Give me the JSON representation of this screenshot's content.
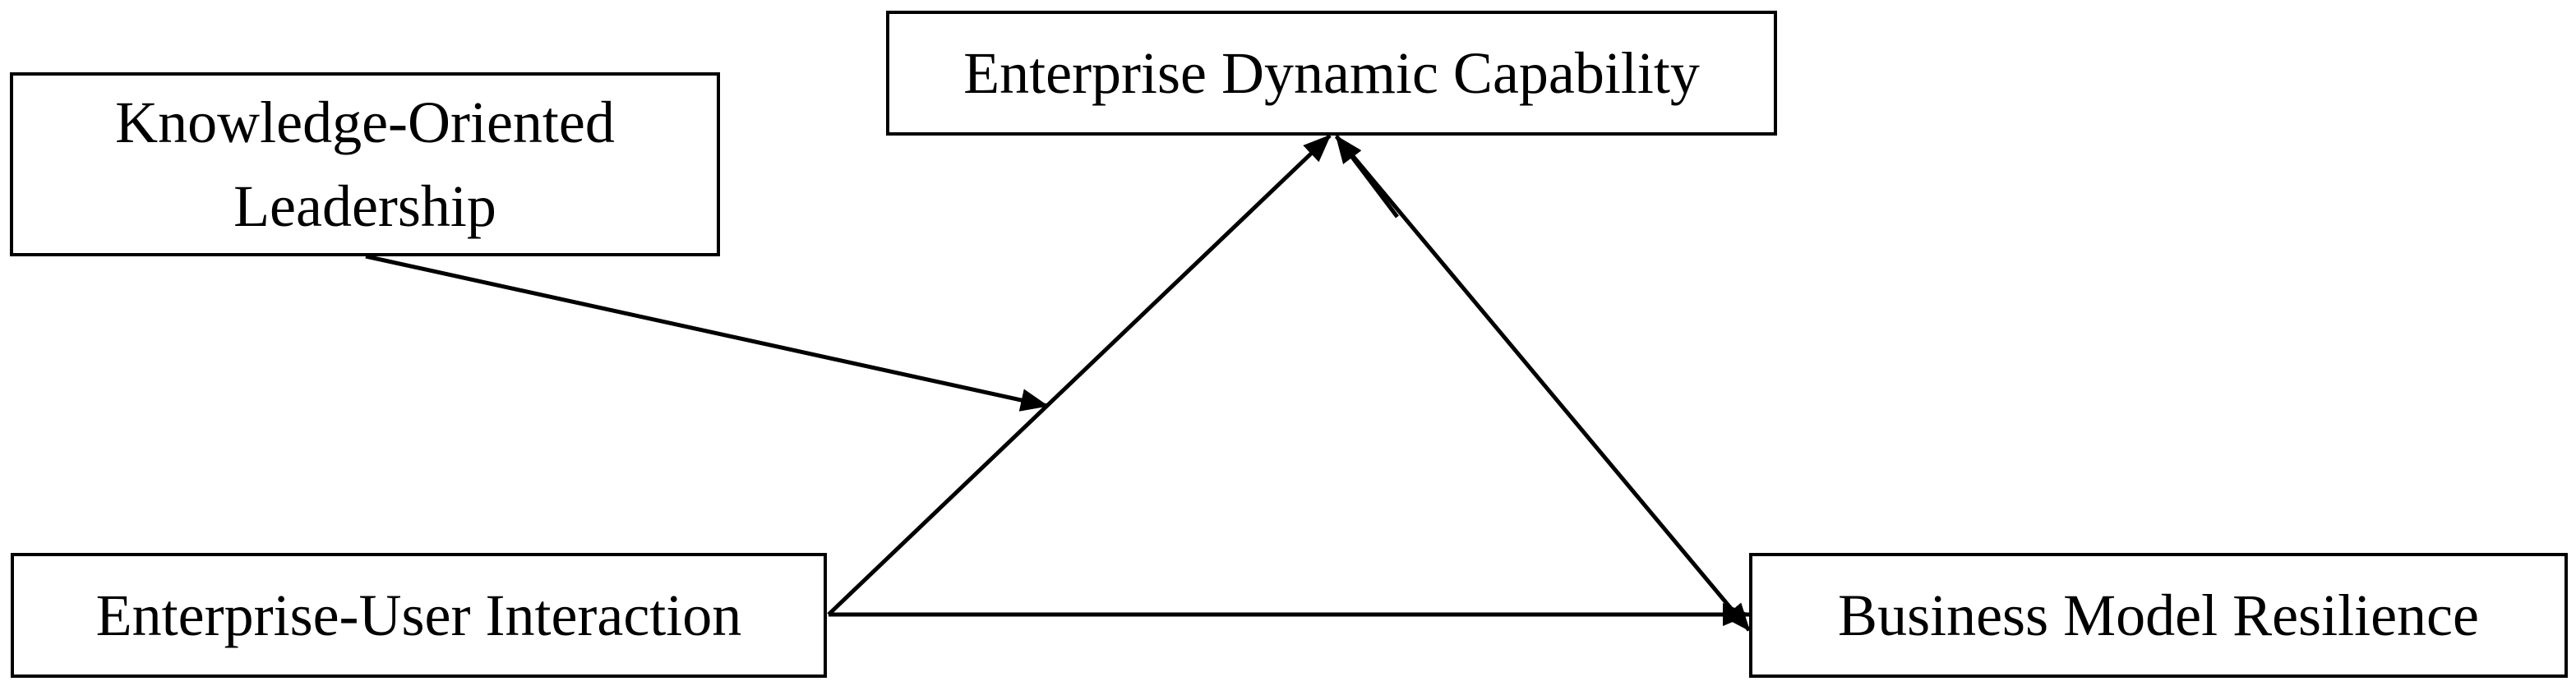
{
  "diagram": {
    "nodes": {
      "knowledge_leadership": {
        "label": "Knowledge-Oriented Leadership"
      },
      "dynamic_capability": {
        "label": "Enterprise Dynamic Capability"
      },
      "user_interaction": {
        "label": "Enterprise-User Interaction"
      },
      "business_resilience": {
        "label": "Business Model Resilience"
      }
    },
    "edges": [
      {
        "from": "Enterprise-User Interaction",
        "to": "Enterprise Dynamic Capability",
        "type": "direct"
      },
      {
        "from": "Enterprise Dynamic Capability",
        "to": "Business Model Resilience",
        "type": "direct"
      },
      {
        "from": "Enterprise-User Interaction",
        "to": "Business Model Resilience",
        "type": "direct"
      },
      {
        "from": "Knowledge-Oriented Leadership",
        "to": "Enterprise-User Interaction → Enterprise Dynamic Capability",
        "type": "moderation"
      }
    ],
    "colors": {
      "stroke": "#000000",
      "background": "#ffffff"
    }
  }
}
